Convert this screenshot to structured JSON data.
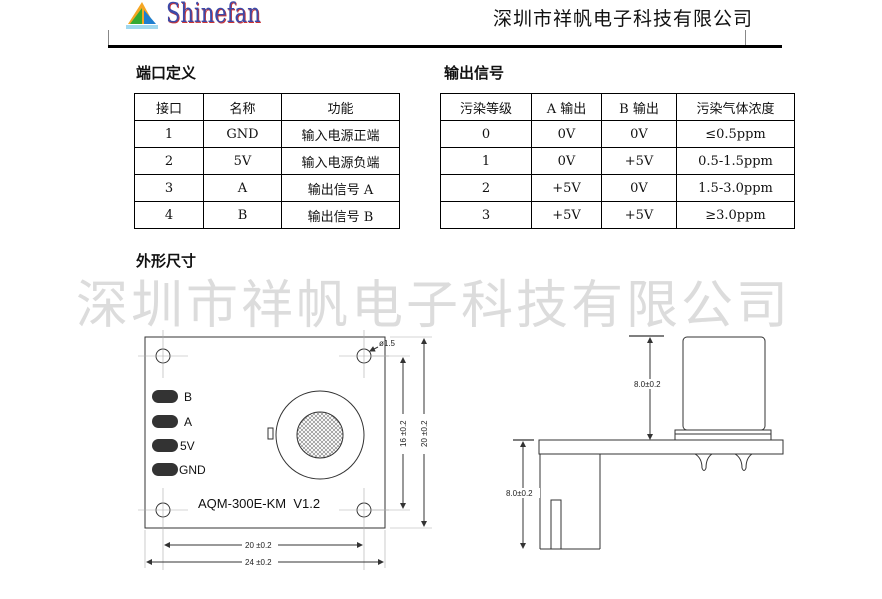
{
  "header": {
    "logo": "Shinefan",
    "company": "深圳市祥帆电子科技有限公司"
  },
  "ports": {
    "title": "端口定义",
    "columns": [
      "接口",
      "名称",
      "功能"
    ],
    "rows": [
      [
        "1",
        "GND",
        "输入电源正端"
      ],
      [
        "2",
        "5V",
        "输入电源负端"
      ],
      [
        "3",
        "A",
        "输出信号 A"
      ],
      [
        "4",
        "B",
        "输出信号 B"
      ]
    ]
  },
  "signals": {
    "title": "输出信号",
    "columns": [
      "污染等级",
      "A 输出",
      "B 输出",
      "污染气体浓度"
    ],
    "rows": [
      [
        "0",
        "0V",
        "0V",
        "≤0.5ppm"
      ],
      [
        "1",
        "0V",
        "+5V",
        "0.5-1.5ppm"
      ],
      [
        "2",
        "+5V",
        "0V",
        "1.5-3.0ppm"
      ],
      [
        "3",
        "+5V",
        "+5V",
        "≥3.0ppm"
      ]
    ]
  },
  "dimensions": {
    "title": "外形尺寸",
    "hole": "ø1.5",
    "pads": [
      "B",
      "A",
      "5V",
      "GND"
    ],
    "model": "AQM-300E-KM  V1.2",
    "dim_16": "16 ±0.2",
    "dim_20v": "20 ±0.2",
    "dim_20h": "20 ±0.2",
    "dim_24": "24 ±0.2",
    "side_top": "8.0±0.2",
    "side_bottom": "8.0±0.2"
  },
  "watermark": "深圳市祥帆电子科技有限公司"
}
